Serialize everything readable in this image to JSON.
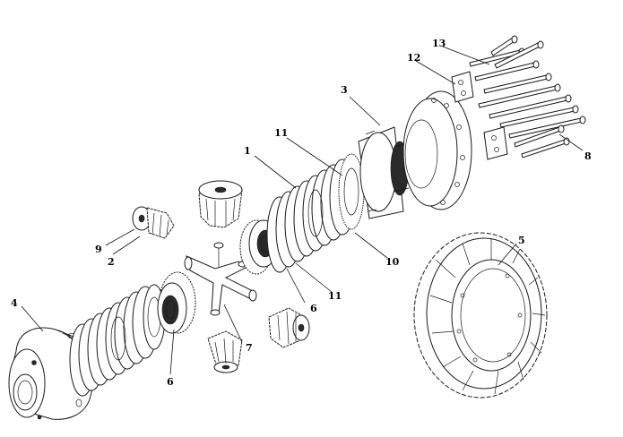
{
  "diagram": {
    "callouts": [
      {
        "id": "c1",
        "label": "1"
      },
      {
        "id": "c2",
        "label": "2"
      },
      {
        "id": "c3",
        "label": "3"
      },
      {
        "id": "c4",
        "label": "4"
      },
      {
        "id": "c5",
        "label": "5"
      },
      {
        "id": "c6a",
        "label": "6"
      },
      {
        "id": "c6b",
        "label": "6"
      },
      {
        "id": "c7",
        "label": "7"
      },
      {
        "id": "c8",
        "label": "8"
      },
      {
        "id": "c9",
        "label": "9"
      },
      {
        "id": "c10",
        "label": "10"
      },
      {
        "id": "c11a",
        "label": "11"
      },
      {
        "id": "c11b",
        "label": "11"
      },
      {
        "id": "c12",
        "label": "12"
      },
      {
        "id": "c13",
        "label": "13"
      }
    ],
    "style": {
      "line_color": "#1a1a1a",
      "background": "#ffffff"
    }
  }
}
